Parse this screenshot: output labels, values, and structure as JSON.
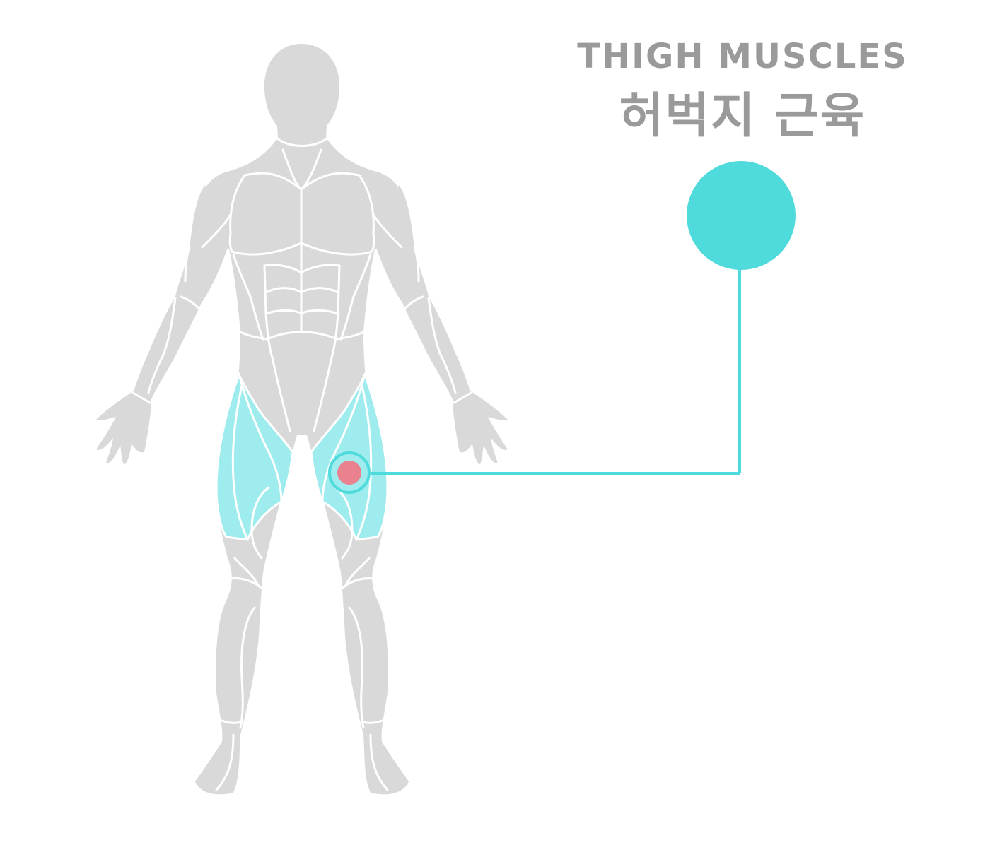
{
  "title": {
    "en": "THIGH MUSCLES",
    "ko": "허벅지 근육"
  },
  "colors": {
    "body": "#d9d9d9",
    "outline": "#ffffff",
    "highlight": "#9eecee",
    "accent": "#4fdadc",
    "marker": "#e9818f",
    "title": "#9a9a9a"
  },
  "icons": {
    "badge": "teal-circle",
    "marker": "pink-dot"
  }
}
